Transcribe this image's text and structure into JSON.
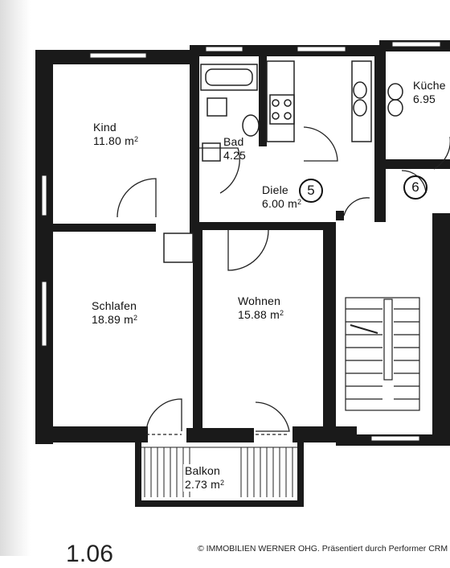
{
  "rooms": [
    {
      "id": "kind",
      "name": "Kind",
      "area": "11.80 m",
      "sup": "2"
    },
    {
      "id": "kueche",
      "name": "Küche",
      "area": "6.95",
      "sup": ""
    },
    {
      "id": "bad",
      "name": "Bad",
      "area": "4.25",
      "sup": ""
    },
    {
      "id": "diele",
      "name": "Diele",
      "area": "6.00 m",
      "sup": "2"
    },
    {
      "id": "schlafen",
      "name": "Schlafen",
      "area": "18.89 m",
      "sup": "2"
    },
    {
      "id": "wohnen",
      "name": "Wohnen",
      "area": "15.88 m",
      "sup": "2"
    },
    {
      "id": "balkon",
      "name": "Balkon",
      "area": "2.73 m",
      "sup": "2"
    }
  ],
  "markers": [
    "5",
    "6"
  ],
  "footer": {
    "copyright": "© IMMOBILIEN WERNER OHG. Präsentiert durch Performer CRM",
    "partial_number": "1.06"
  },
  "colors": {
    "wall": "#1a1a1a",
    "line": "#222222",
    "background": "#ffffff"
  }
}
